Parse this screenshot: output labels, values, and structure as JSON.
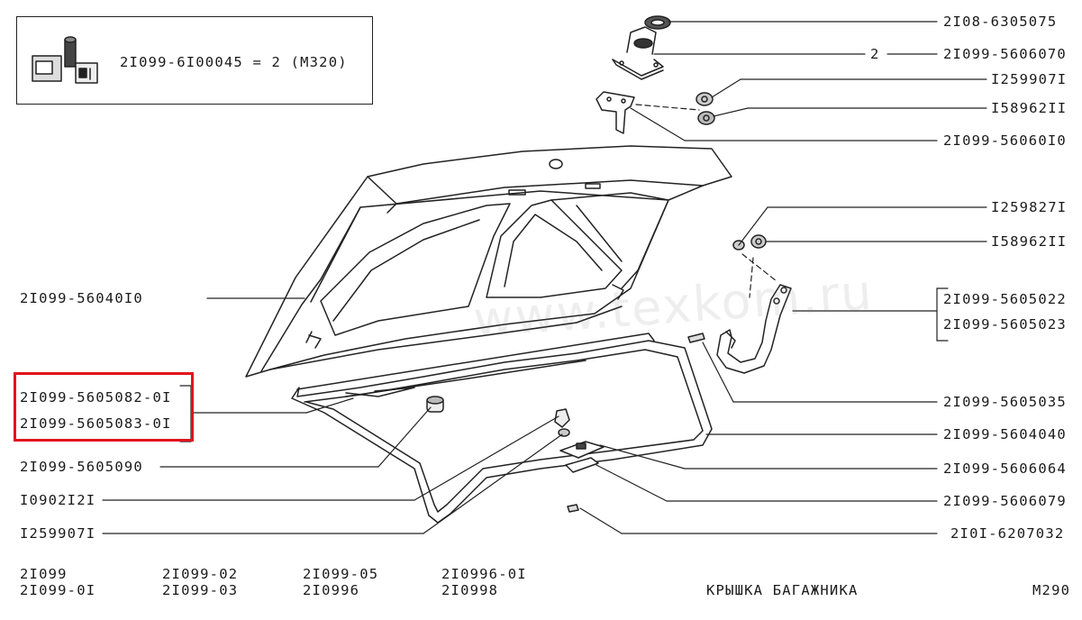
{
  "kit": {
    "text": "2I099-6I00045 = 2 (M320)"
  },
  "callouts_right": [
    {
      "id": "r1",
      "text": "2I08-6305075"
    },
    {
      "id": "r2",
      "text": "2I099-5606070"
    },
    {
      "id": "r3",
      "text": "I259907I"
    },
    {
      "id": "r4",
      "text": "I58962II"
    },
    {
      "id": "r5",
      "text": "2I099-56060I0"
    },
    {
      "id": "r6",
      "text": "I259827I"
    },
    {
      "id": "r7",
      "text": "I58962II"
    },
    {
      "id": "r8a",
      "text": "2I099-5605022"
    },
    {
      "id": "r8b",
      "text": "2I099-5605023"
    },
    {
      "id": "r9",
      "text": "2I099-5605035"
    },
    {
      "id": "r10",
      "text": "2I099-5604040"
    },
    {
      "id": "r11",
      "text": "2I099-5606064"
    },
    {
      "id": "r12",
      "text": "2I099-5606079"
    },
    {
      "id": "r13",
      "text": "2I0I-6207032"
    }
  ],
  "quantity_marker": "2",
  "callouts_left": [
    {
      "id": "l1",
      "text": "2I099-56040I0"
    },
    {
      "id": "l2a",
      "text": "2I099-5605082-0I"
    },
    {
      "id": "l2b",
      "text": "2I099-5605083-0I"
    },
    {
      "id": "l3",
      "text": "2I099-5605090"
    },
    {
      "id": "l4",
      "text": "I0902I2I"
    },
    {
      "id": "l5",
      "text": "I259907I"
    }
  ],
  "footer": {
    "models": [
      [
        "2I099",
        "2I099-0I"
      ],
      [
        "2I099-02",
        "2I099-03"
      ],
      [
        "2I099-05",
        "2I0996"
      ],
      [
        "2I0996-0I",
        "2I0998"
      ]
    ],
    "title": "КРЫШКА БАГАЖНИКА",
    "page_code": "M290"
  },
  "watermark": "www.texkom.ru",
  "highlight_color": "#e0141e"
}
